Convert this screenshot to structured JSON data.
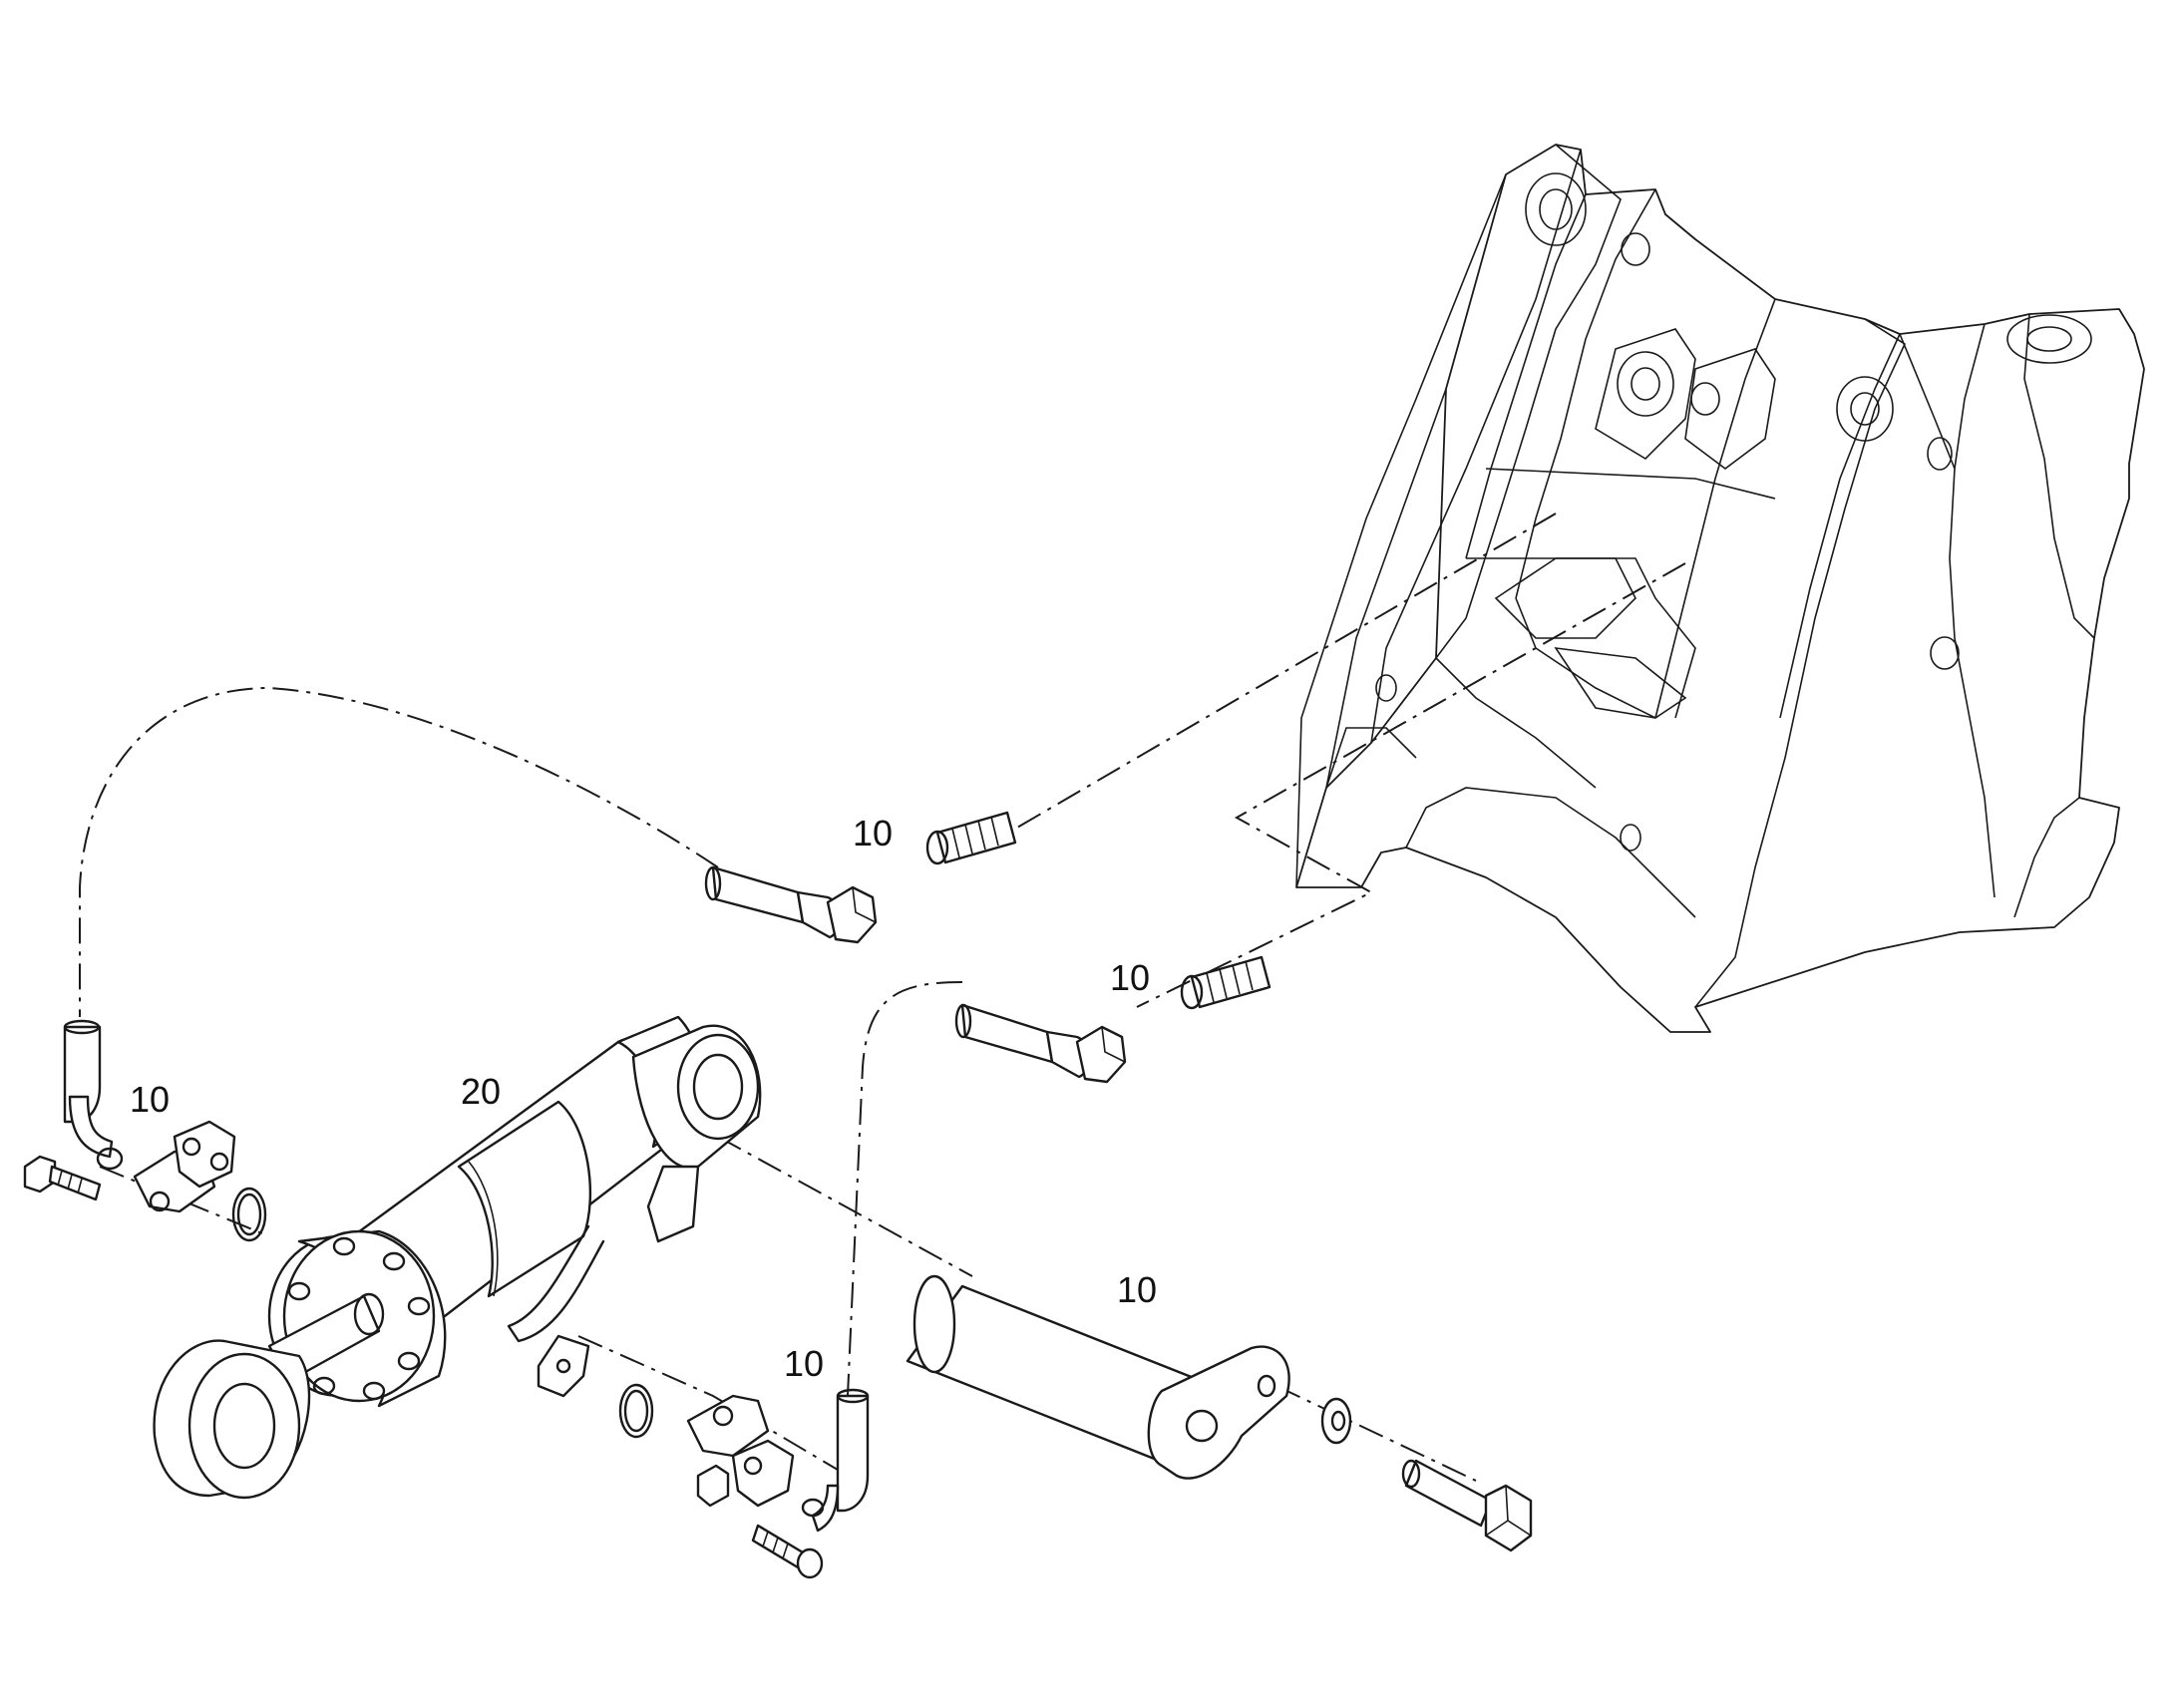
{
  "diagram": {
    "type": "exploded parts diagram",
    "callouts": {
      "hose_upper": "10",
      "hose_lower": "10",
      "flange_left": "10",
      "cylinder": "20",
      "pin": "10",
      "flange_bottom": "10"
    }
  }
}
